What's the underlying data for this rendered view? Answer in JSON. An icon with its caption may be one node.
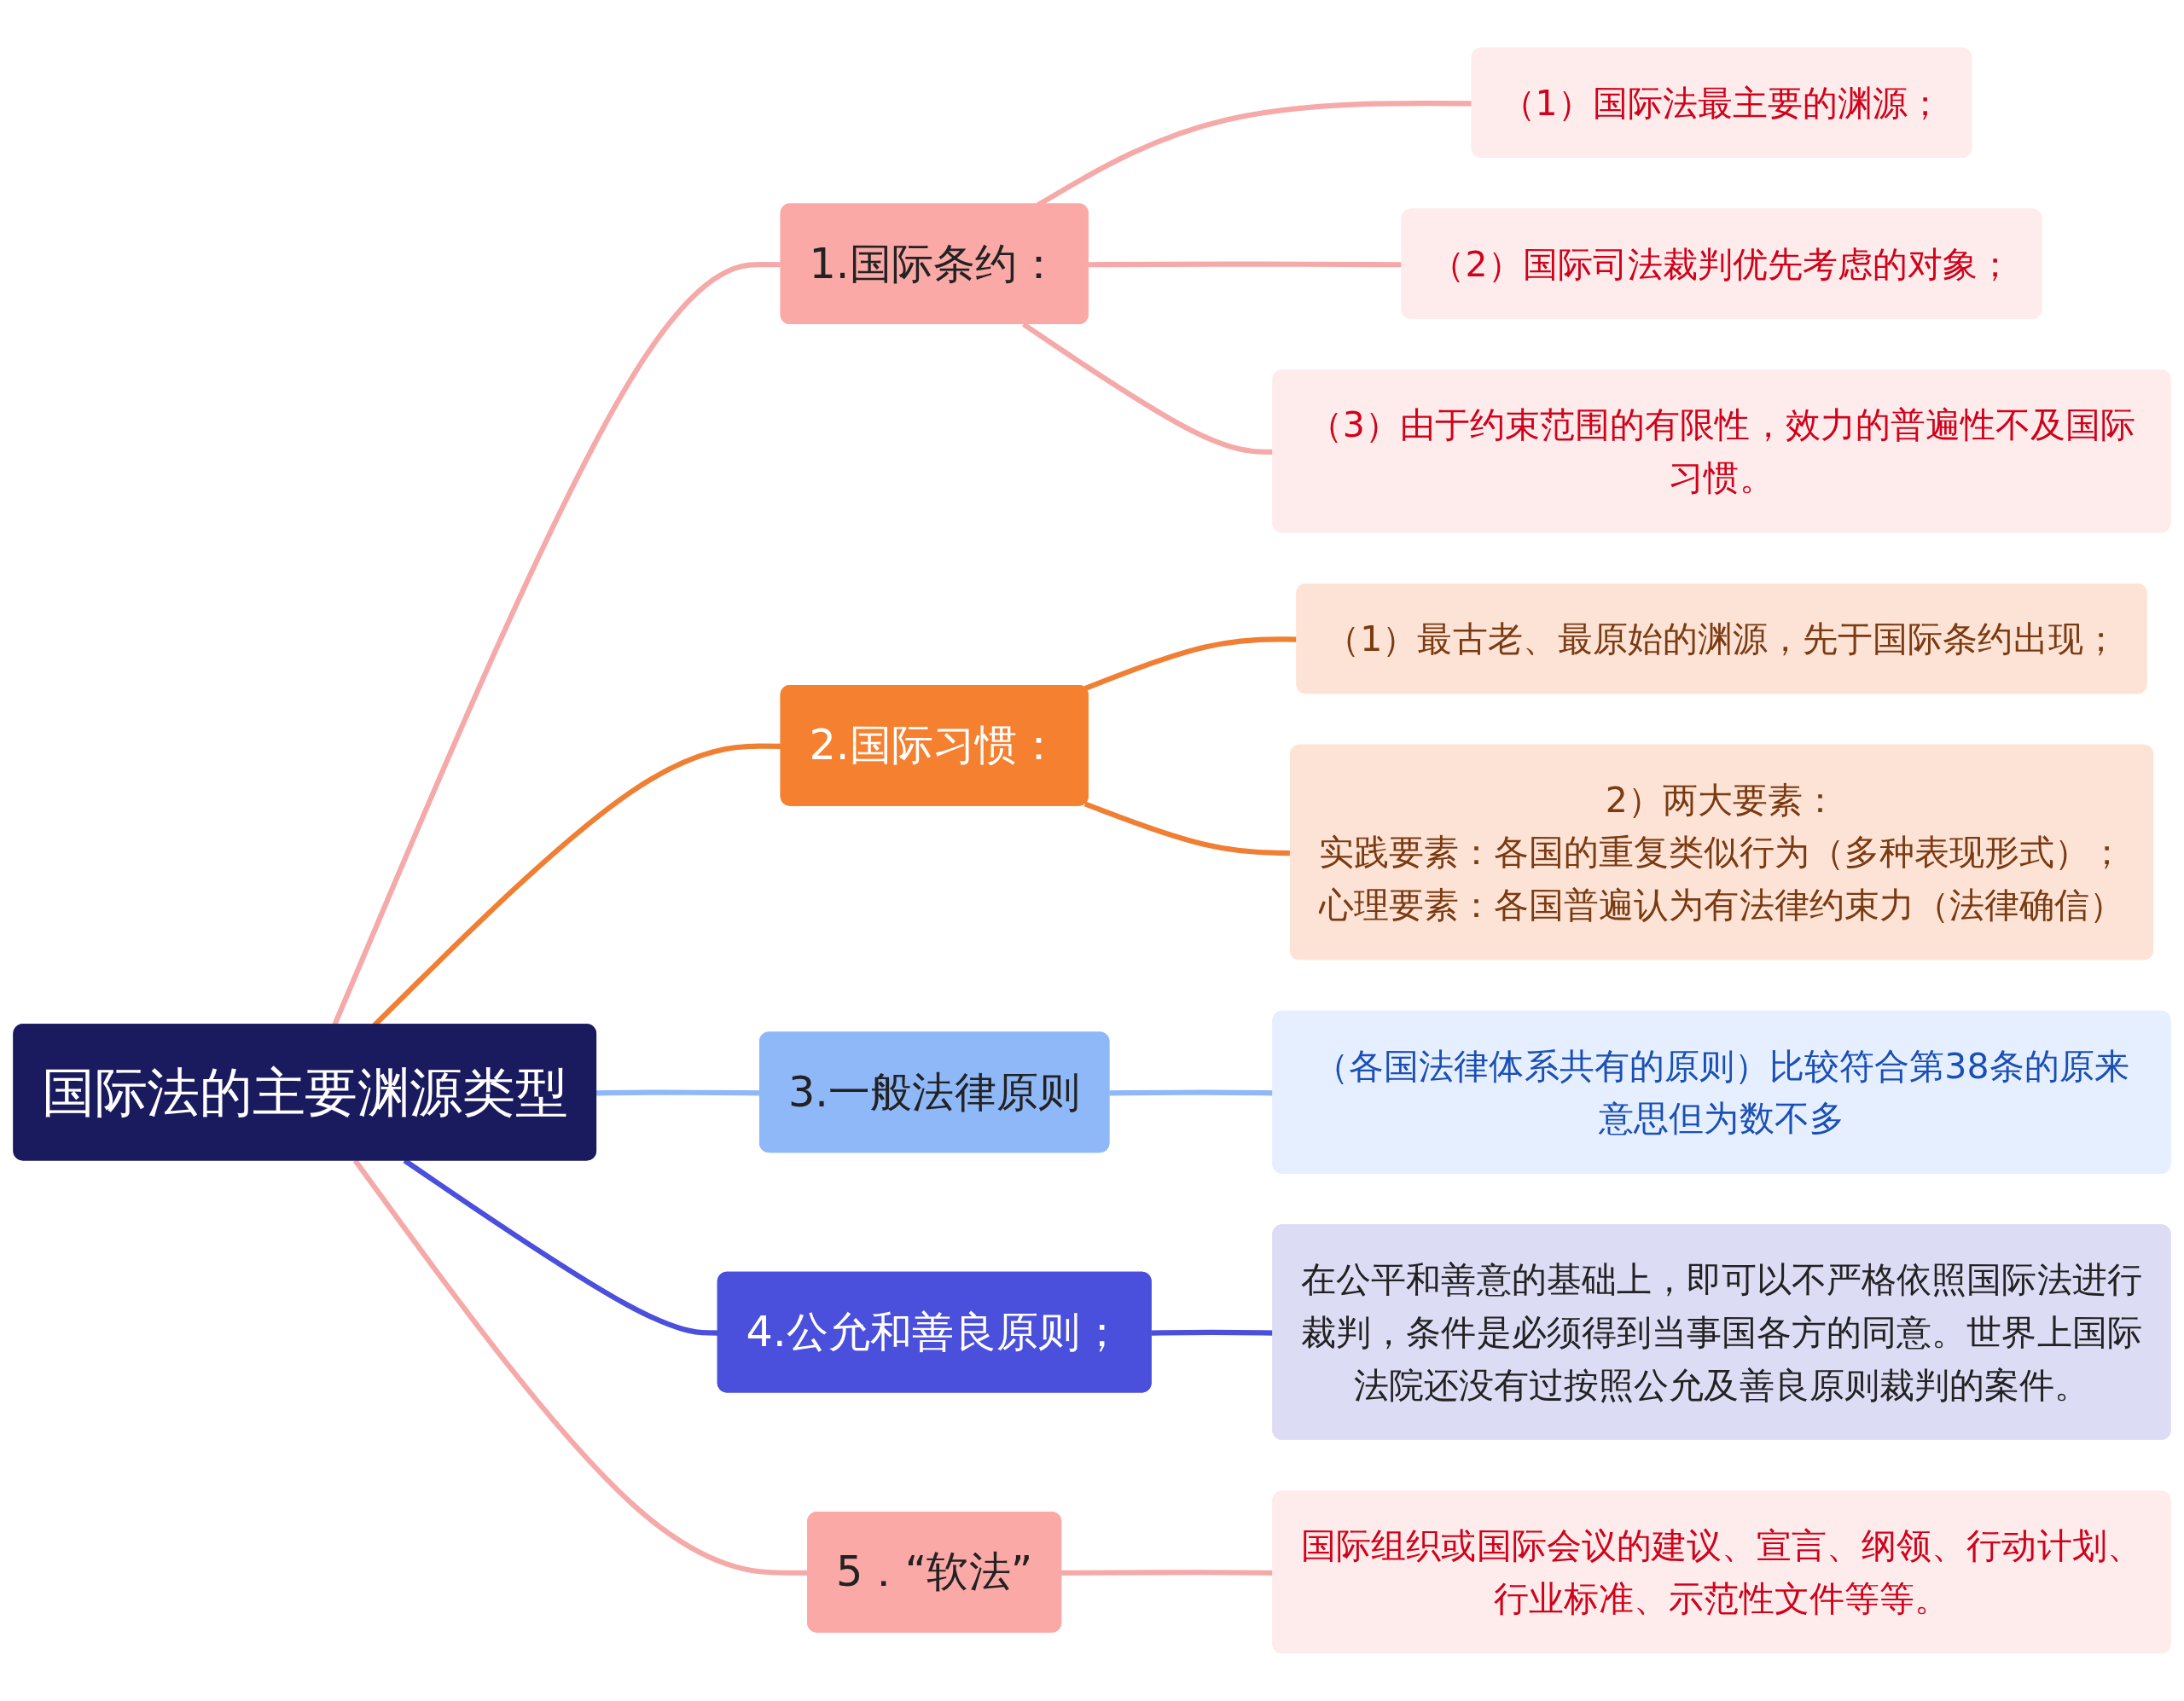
{
  "diagram": {
    "nodes": [
      {
        "text": [
          "国际法的主要渊源类型"
        ]
      },
      {
        "text": [
          "1.国际条约："
        ]
      },
      {
        "text": [
          "（1）国际法最主要的渊源；"
        ]
      },
      {
        "text": [
          "（2）国际司法裁判优先考虑的对象；"
        ]
      },
      {
        "text": [
          "（3）由于约束范围的有限性，效力的普遍性不及国际习惯。"
        ]
      },
      {
        "text": [
          "2.国际习惯："
        ]
      },
      {
        "text": [
          "（1）最古老、最原始的渊源，先于国际条约出现；"
        ]
      },
      {
        "text": [
          "2）两大要素：",
          "实践要素：各国的重复类似行为（多种表现形式）；",
          "心理要素：各国普遍认为有法律约束力（法律确信）"
        ]
      },
      {
        "text": [
          "3.一般法律原则"
        ]
      },
      {
        "text": [
          "（各国法律体系共有的原则）比较符合第38条的原来意思但为数不多"
        ]
      },
      {
        "text": [
          "4.公允和善良原则；"
        ]
      },
      {
        "text": [
          "在公平和善意的基础上，即可以不严格依照国际法进行裁判，条件是必须得到当事国各方的同意。世界上国际法院还没有过按照公允及善良原则裁判的案件。"
        ]
      },
      {
        "text": [
          "5．“软法”"
        ]
      },
      {
        "text": [
          "国际组织或国际会议的建议、宣言、纲领、行动计划、行业标准、示范性文件等等。"
        ]
      }
    ],
    "edges": [
      {
        "from": 0,
        "to": 1,
        "arrow": "none"
      },
      {
        "from": 1,
        "to": 2,
        "arrow": "none"
      },
      {
        "from": 1,
        "to": 3,
        "arrow": "none"
      },
      {
        "from": 1,
        "to": 4,
        "arrow": "none"
      },
      {
        "from": 0,
        "to": 5,
        "arrow": "none",
        "color": "#f07f33"
      },
      {
        "from": 5,
        "to": 6,
        "arrow": "none",
        "color": "#f07f33"
      },
      {
        "from": 5,
        "to": 7,
        "arrow": "none",
        "color": "#f07f33"
      },
      {
        "from": 0,
        "to": 8,
        "arrow": "none",
        "color": "#8fb8f8"
      },
      {
        "from": 8,
        "to": 9,
        "arrow": "none",
        "color": "#8fb8f8"
      },
      {
        "from": 0,
        "to": 10,
        "arrow": "none",
        "color": "#4a4fdc"
      },
      {
        "from": 10,
        "to": 11,
        "arrow": "none",
        "color": "#4a4fdc"
      },
      {
        "from": 0,
        "to": 12,
        "arrow": "none"
      },
      {
        "from": 12,
        "to": 13,
        "arrow": "none"
      }
    ]
  }
}
